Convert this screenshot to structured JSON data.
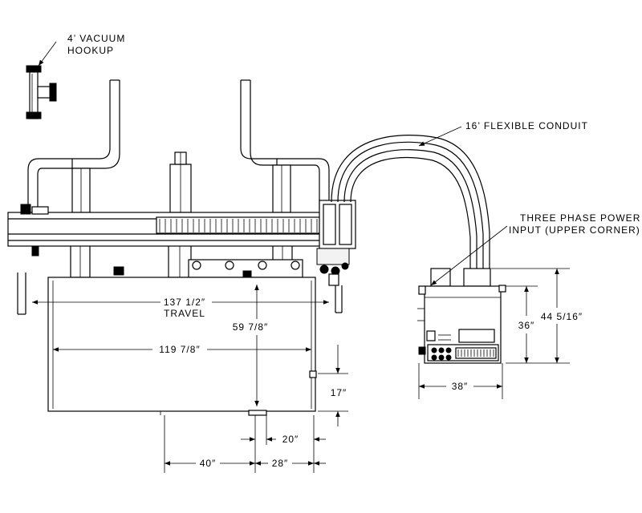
{
  "labels": {
    "vacuum_line1": "4’ VACUUM",
    "vacuum_line2": "HOOKUP",
    "conduit": "16’ FLEXIBLE CONDUIT",
    "power_line1": "THREE PHASE POWER",
    "power_line2": "INPUT (UPPER CORNER)"
  },
  "dimensions": {
    "travel_value": "137 1/2″",
    "travel_label": "TRAVEL",
    "table_width": "119 7/8″",
    "table_depth": "59 7/8″",
    "side_offset": "17″",
    "front_a": "20″",
    "front_b": "40″",
    "front_c": "28″",
    "cabinet_height": "36″",
    "cabinet_total_height": "44 5/16″",
    "cabinet_width": "38″"
  }
}
